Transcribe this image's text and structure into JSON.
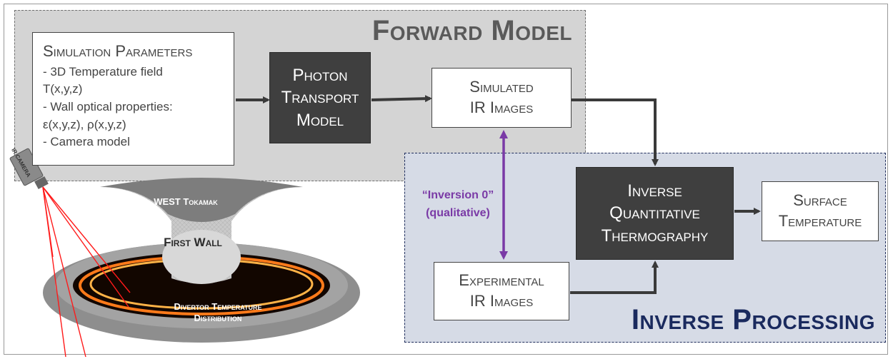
{
  "forward_model": {
    "title": "Forward Model"
  },
  "inverse_processing": {
    "title": "Inverse Processing"
  },
  "simulation_parameters": {
    "title": "Simulation Parameters",
    "items": [
      "-      3D Temperature field",
      "        T(x,y,z)",
      "-      Wall optical properties:",
      "        ε(x,y,z), ρ(x,y,z)",
      "-      Camera model"
    ]
  },
  "photon_transport": {
    "lines": [
      "Photon",
      "Transport",
      "Model"
    ]
  },
  "simulated_ir": {
    "lines": [
      "Simulated",
      "IR Images"
    ]
  },
  "inverse_qt": {
    "lines": [
      "Inverse",
      "Quantitative",
      "Thermography"
    ]
  },
  "surface_temperature": {
    "lines": [
      "Surface",
      "Temperature"
    ]
  },
  "experimental_ir": {
    "lines": [
      "Experimental",
      "IR Images"
    ]
  },
  "inversion0": {
    "line1": "“Inversion 0”",
    "line2": "(qualitative)"
  },
  "tokamak": {
    "name": "WEST Tokamak",
    "first_wall": "First Wall",
    "divertor_line1": "Divertor Temperature",
    "divertor_line2": "Distribution"
  },
  "camera": {
    "label": "IR CAMERA"
  },
  "colors": {
    "forward_bg": "#d4d4d4",
    "inverse_bg": "#d6dbe6",
    "dark_box": "#3f3f3f",
    "inversion_arrow": "#7a3aa6",
    "inverse_title": "#1a2a5e",
    "camera_rays": "#ff1a1a"
  }
}
